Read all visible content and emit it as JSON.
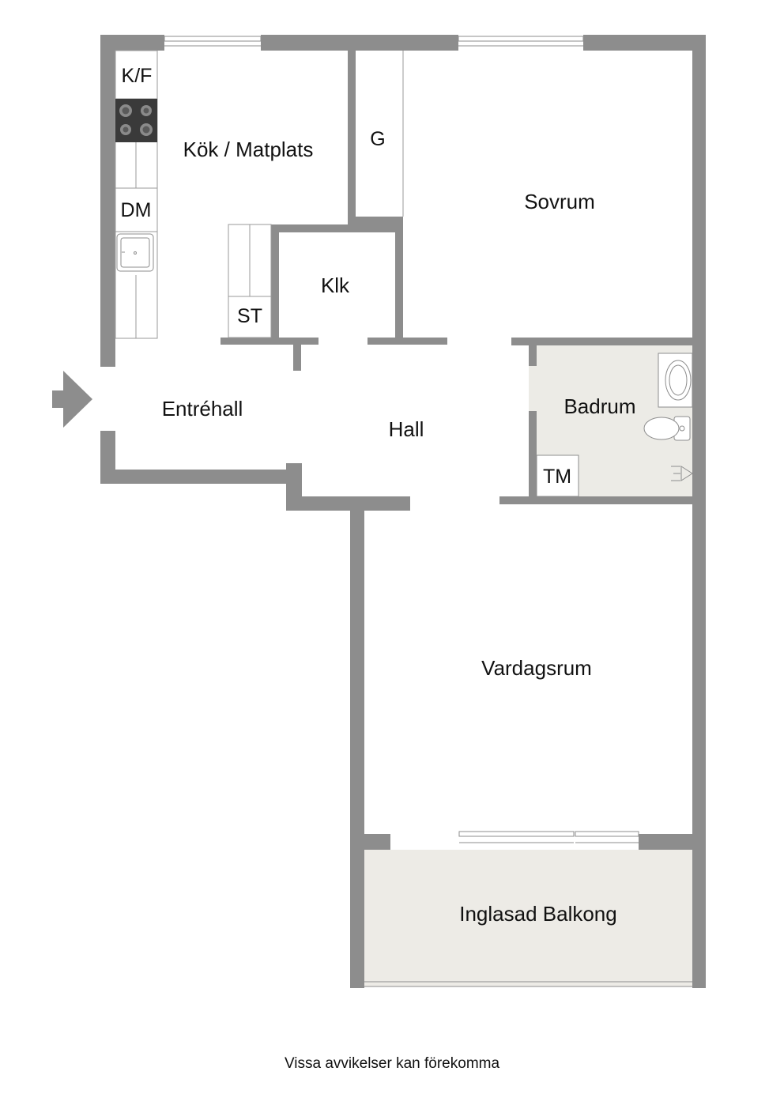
{
  "rooms": {
    "kitchen": "Kök / Matplats",
    "wardrobe": "G",
    "bedroom": "Sovrum",
    "closet": "Klk",
    "storage": "ST",
    "entry_hall": "Entréhall",
    "hall": "Hall",
    "bathroom": "Badrum",
    "laundry": "TM",
    "living_room": "Vardagsrum",
    "balcony": "Inglasad Balkong"
  },
  "fixtures": {
    "fridge_freezer": "K/F",
    "dishwasher": "DM"
  },
  "icons": {
    "entrance": "entrance-arrow-icon",
    "stove": "stove-icon",
    "sink": "sink-icon",
    "toilet": "toilet-icon",
    "basin": "washbasin-icon",
    "shower": "shower-icon"
  },
  "colors": {
    "wall": "#8d8d8d",
    "bathroom_floor": "#ecebe6",
    "balcony_floor": "#edebe6",
    "stove": "#3a3a3a"
  },
  "footer": {
    "disclaimer": "Vissa avvikelser kan förekomma"
  }
}
